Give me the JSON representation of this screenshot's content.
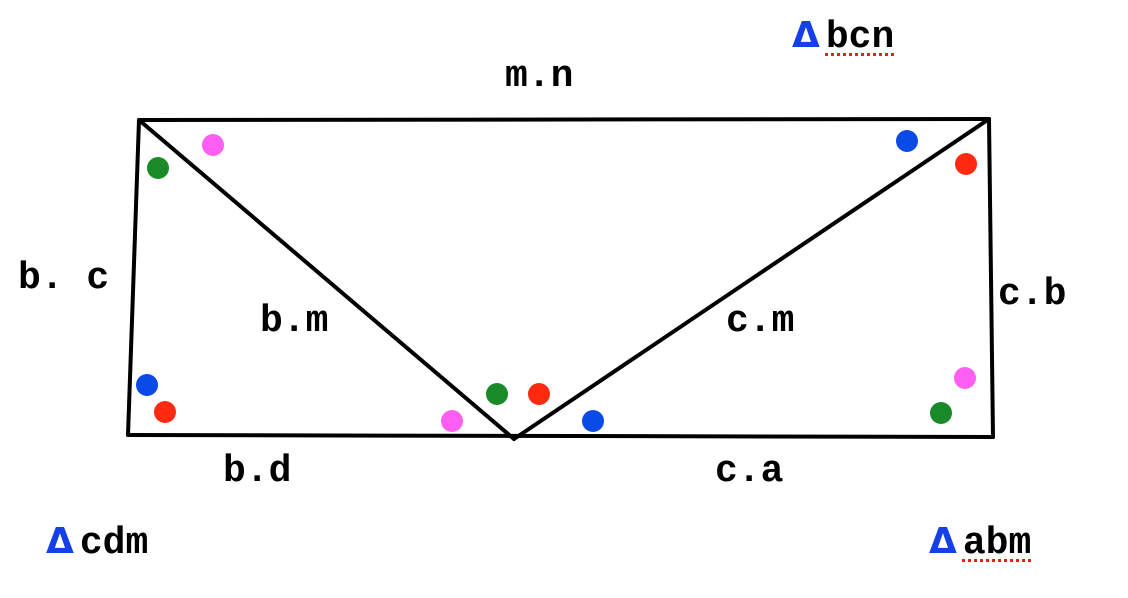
{
  "edge_labels": {
    "top": "m.n",
    "left": "b. c",
    "right": "c.b",
    "diag_left": "b.m",
    "diag_right": "c.m",
    "bottom_left": "b.d",
    "bottom_right": "c.a"
  },
  "triangles": {
    "top_right": {
      "symbol": "Δ",
      "name": "bcn"
    },
    "bottom_left": {
      "symbol": "Δ",
      "name": "cdm"
    },
    "bottom_right": {
      "symbol": "Δ",
      "name": "abm"
    }
  },
  "colors": {
    "delta": "#1540e8",
    "green": "#1a8a28",
    "pink": "#ff5ef2",
    "blue": "#0a4be8",
    "red": "#ff2a10",
    "line": "#000000"
  }
}
